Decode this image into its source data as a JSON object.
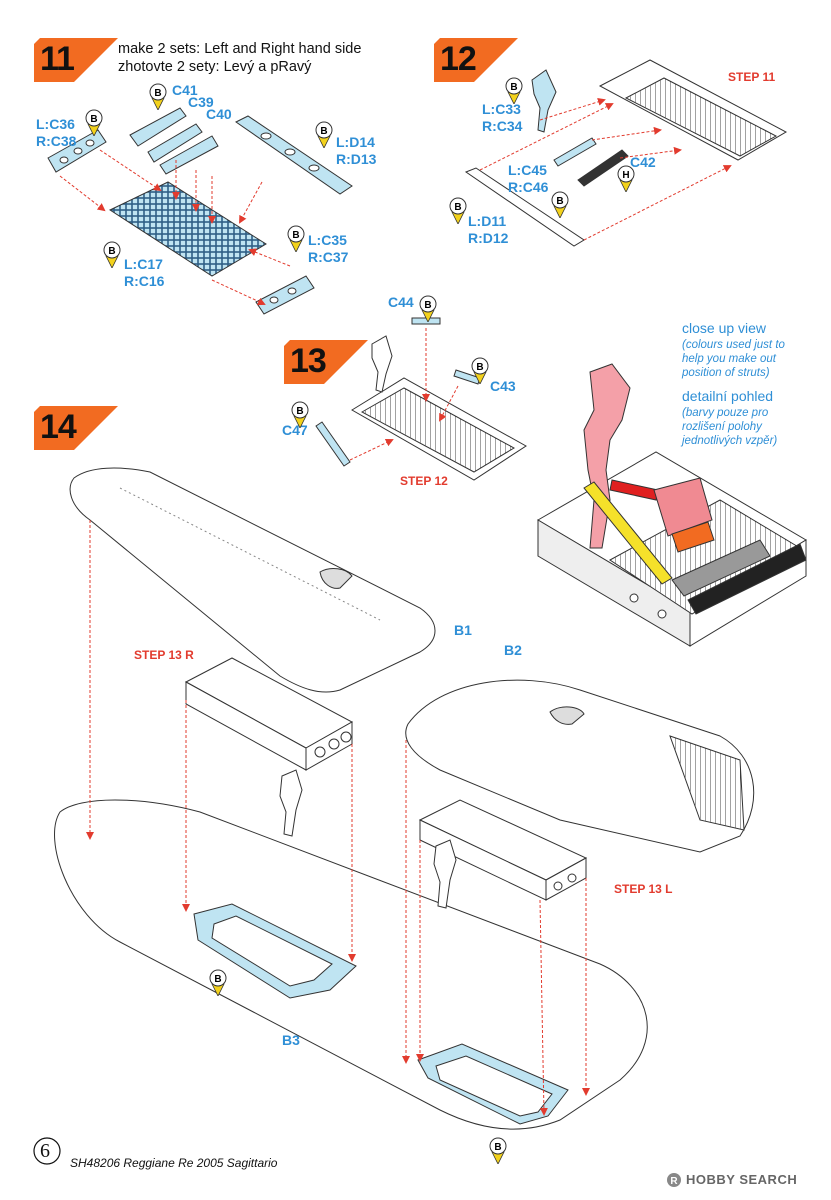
{
  "steps": {
    "s11": {
      "number": "11",
      "instruction_en": "make 2 sets: Left and Right hand side",
      "instruction_cz": "zhotovte 2 sety: Levý a pRavý",
      "labels": {
        "c41": "C41",
        "c39": "C39",
        "c40": "C40",
        "c36": "L:C36",
        "c38": "R:C38",
        "d14": "L:D14",
        "d13": "R:D13",
        "c35": "L:C35",
        "c37": "R:C37",
        "c17": "L:C17",
        "c16": "R:C16"
      }
    },
    "s12": {
      "number": "12",
      "ref": "STEP 11",
      "labels": {
        "c33": "L:C33",
        "c34": "R:C34",
        "c45": "L:C45",
        "c46": "R:C46",
        "c42": "C42",
        "d11": "L:D11",
        "d12": "R:D12"
      }
    },
    "s13": {
      "number": "13",
      "ref": "STEP 12",
      "labels": {
        "c44": "C44",
        "c43": "C43",
        "c47": "C47"
      }
    },
    "s14": {
      "number": "14",
      "ref_r": "STEP 13 R",
      "ref_l": "STEP 13 L",
      "labels": {
        "b1": "B1",
        "b2": "B2",
        "b3": "B3"
      }
    }
  },
  "closeup": {
    "title_en": "close up view",
    "sub_en": [
      "(colours used just to",
      "help you make out",
      "position of struts)"
    ],
    "title_cz": "detailní pohled",
    "sub_cz": [
      "(barvy pouze pro",
      "rozlišení polohy",
      "jednotlivých vzpěr)"
    ]
  },
  "badge_letters": {
    "b": "B",
    "h": "H"
  },
  "footer": {
    "page_number": "6",
    "caption": "SH48206 Reggiane Re 2005 Sagittario",
    "brand": "HOBBY SEARCH"
  },
  "colors": {
    "step_badge": "#f26b21",
    "label_blue": "#2f8fd6",
    "ref_red": "#e23b2e",
    "part_fill": "#bfe4f2",
    "badge_yellow": "#f3d21c",
    "arrow_red": "#e23b2e"
  }
}
